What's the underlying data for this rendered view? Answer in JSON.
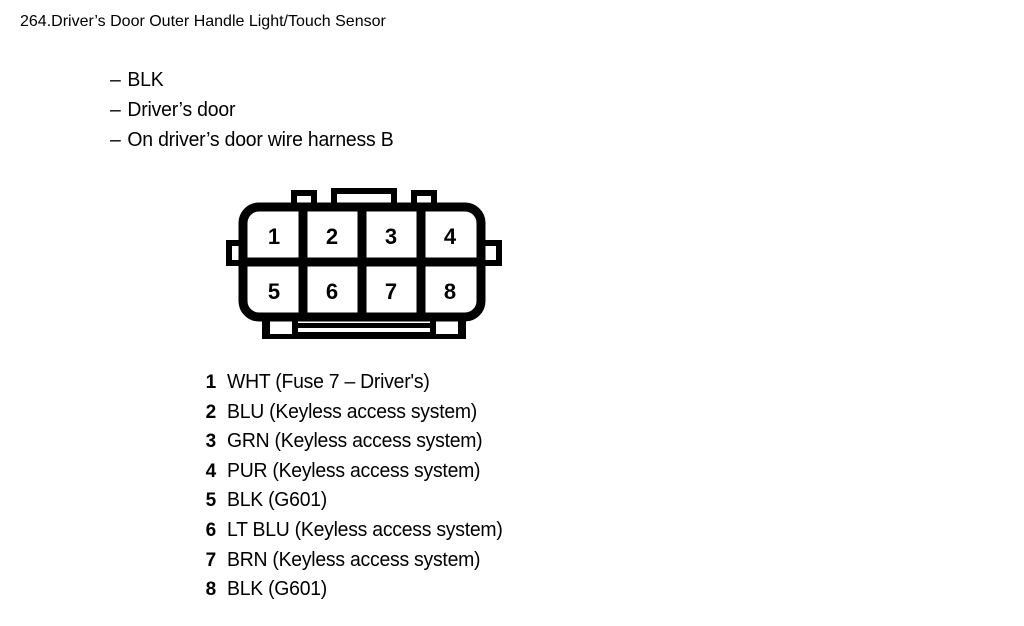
{
  "header": {
    "number": "264.",
    "title": "Driver’s Door Outer Handle Light/Touch Sensor"
  },
  "attributes": [
    {
      "dash": "–",
      "text": "BLK"
    },
    {
      "dash": "–",
      "text": "Driver’s door"
    },
    {
      "dash": "–",
      "text": "On driver’s door wire harness B"
    }
  ],
  "connector": {
    "name": "8-way-connector-pinout",
    "pin_count": 8,
    "rows": [
      [
        "1",
        "2",
        "3",
        "4"
      ],
      [
        "5",
        "6",
        "7",
        "8"
      ]
    ],
    "outline_color": "#000000",
    "fill_color": "#ffffff"
  },
  "pins": [
    {
      "number": "1",
      "description": "WHT (Fuse 7 – Driver's)"
    },
    {
      "number": "2",
      "description": "BLU (Keyless access system)"
    },
    {
      "number": "3",
      "description": "GRN (Keyless access system)"
    },
    {
      "number": "4",
      "description": "PUR (Keyless access system)"
    },
    {
      "number": "5",
      "description": "BLK (G601)"
    },
    {
      "number": "6",
      "description": "LT BLU (Keyless access system)"
    },
    {
      "number": "7",
      "description": "BRN (Keyless access system)"
    },
    {
      "number": "8",
      "description": "BLK (G601)"
    }
  ]
}
